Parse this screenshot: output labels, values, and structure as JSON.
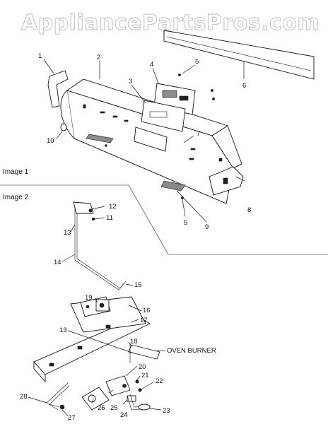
{
  "watermark": "AppliancePartsPros.com",
  "images": [
    {
      "label": "Image 1"
    },
    {
      "label": "Image 2"
    }
  ],
  "callouts_image1": [
    "1",
    "2",
    "3",
    "4",
    "5",
    "6",
    "7",
    "8",
    "5",
    "9",
    "10"
  ],
  "callouts_image2": [
    "12",
    "11",
    "13",
    "14",
    "15",
    "19",
    "16",
    "17",
    "13",
    "18",
    "20",
    "21",
    "22",
    "28",
    "26",
    "25",
    "24",
    "23",
    "27"
  ],
  "annotation": "OVEN BURNER"
}
